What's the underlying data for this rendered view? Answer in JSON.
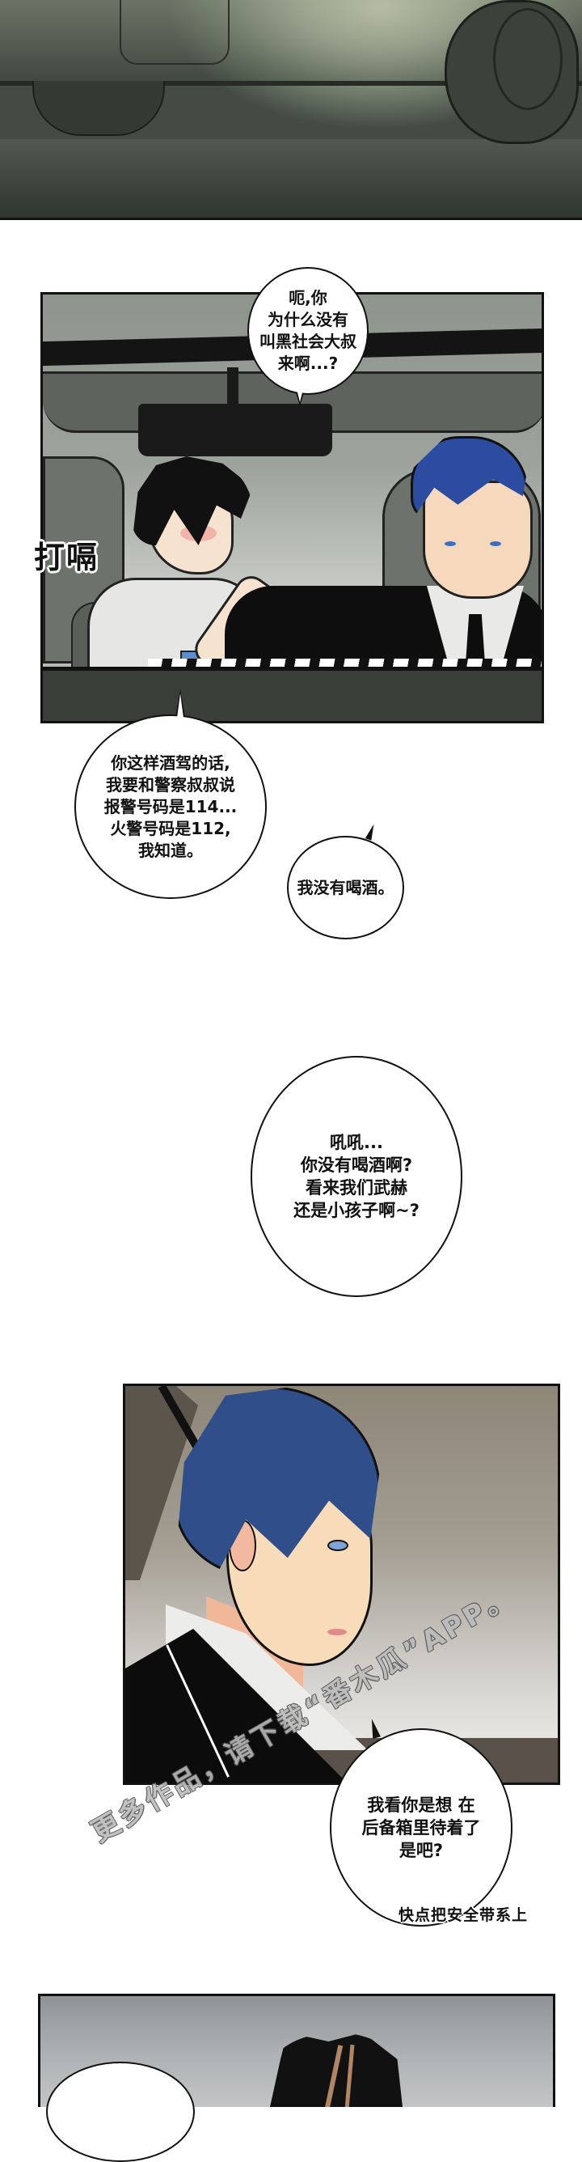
{
  "comic": {
    "panels": [
      {
        "id": "panel-1",
        "description": "car-underside-night",
        "colors": {
          "glow": "#e9e9cf",
          "shadow": "#3b423c"
        }
      },
      {
        "id": "panel-2",
        "description": "car-interior-two-characters",
        "colors": {
          "background": "#9da39c",
          "blue_hair": "#2b4ca0"
        }
      },
      {
        "id": "panel-3",
        "description": "driver-profile-closeup",
        "colors": {
          "background": "#a39d92",
          "blue_hair": "#2f4e8a"
        }
      },
      {
        "id": "panel-4",
        "description": "dark-hair-head-top",
        "colors": {
          "background": "#adb0b2"
        }
      }
    ],
    "sfx": {
      "burp": "打嗝"
    },
    "bubbles": {
      "b1": "呃,你\n为什么没有\n叫黑社会大叔\n来啊...?",
      "b2": "你这样酒驾的话,\n我要和警察叔叔说\n报警号码是114...\n火警号码是112,\n我知道。",
      "b3": "我没有喝酒。",
      "b4": "吼吼...\n你没有喝酒啊?\n看来我们武赫\n还是小孩子啊~?",
      "b5": "我看你是想 在\n后备箱里待着了\n是吧?"
    },
    "caption": "快点把安全带系上",
    "watermark": "更多作品，请下载“番木瓜”APP。"
  }
}
